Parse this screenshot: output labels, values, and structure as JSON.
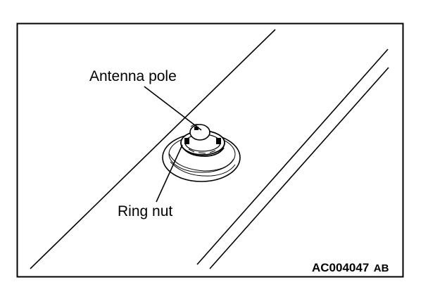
{
  "labels": {
    "antenna_pole": "Antenna pole",
    "ring_nut": "Ring nut"
  },
  "figure_code": {
    "main": "AC004047",
    "suffix": "AB"
  },
  "colors": {
    "line": "#000000",
    "background": "#ffffff"
  }
}
